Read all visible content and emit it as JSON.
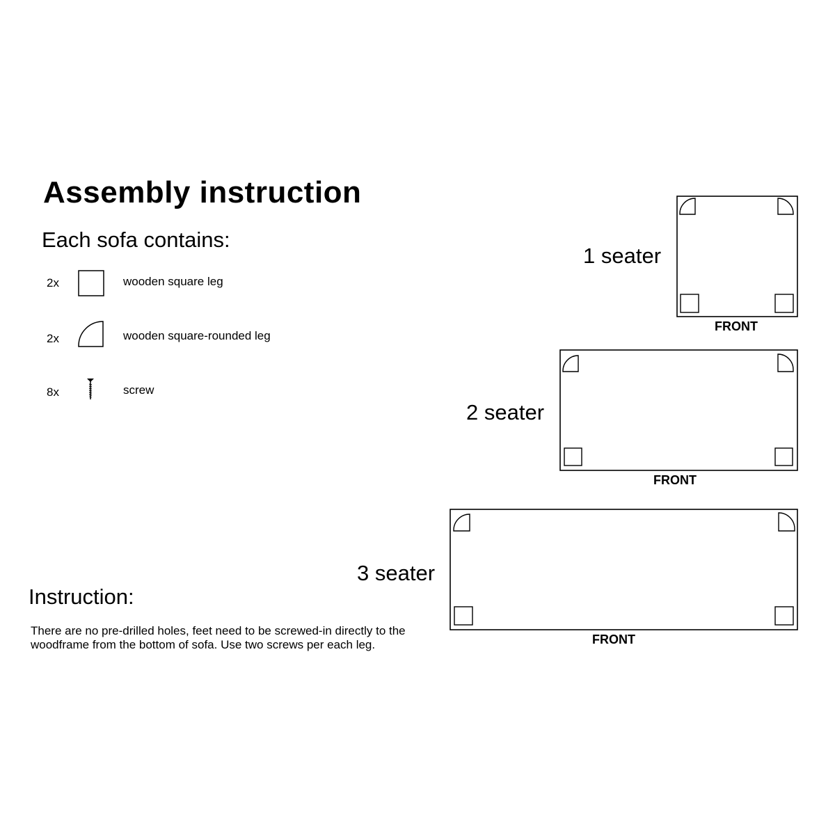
{
  "title": "Assembly instruction",
  "contents": {
    "heading": "Each sofa contains:",
    "items": [
      {
        "qty": "2x",
        "icon": "square-leg-icon",
        "label": "wooden square leg"
      },
      {
        "qty": "2x",
        "icon": "rounded-leg-icon",
        "label": "wooden square-rounded leg"
      },
      {
        "qty": "8x",
        "icon": "screw-icon",
        "label": "screw"
      }
    ]
  },
  "instruction": {
    "heading": "Instruction:",
    "text": "There are no pre-drilled holes, feet need to be screwed-in directly to the woodframe from the bottom of sofa. Use two screws per each leg."
  },
  "layouts": [
    {
      "label": "1 seater",
      "front": "FRONT"
    },
    {
      "label": "2 seater",
      "front": "FRONT"
    },
    {
      "label": "3 seater",
      "front": "FRONT"
    }
  ],
  "colors": {
    "line": "#000000",
    "background": "#ffffff"
  }
}
